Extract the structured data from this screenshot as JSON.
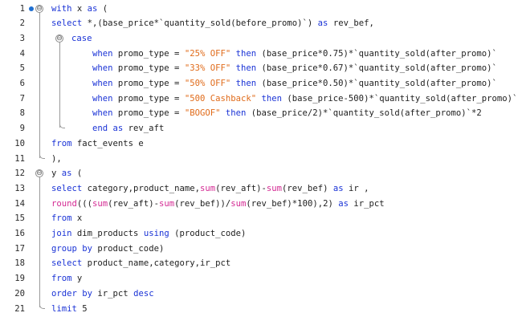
{
  "editor": {
    "language": "sql",
    "breakpoint_line": 1,
    "lines": [
      {
        "num": "1",
        "indent": 64,
        "tokens": [
          {
            "t": "with",
            "c": "kw"
          },
          {
            "t": " x ",
            "c": "plain"
          },
          {
            "t": "as",
            "c": "kw"
          },
          {
            "t": " (",
            "c": "plain"
          }
        ]
      },
      {
        "num": "2",
        "indent": 64,
        "tokens": [
          {
            "t": "select",
            "c": "kw"
          },
          {
            "t": " *,(base_price*`quantity_sold(before_promo)`) ",
            "c": "plain"
          },
          {
            "t": "as",
            "c": "kw"
          },
          {
            "t": " rev_bef,",
            "c": "plain"
          }
        ]
      },
      {
        "num": "3",
        "indent": 89,
        "tokens": [
          {
            "t": "case",
            "c": "kw"
          }
        ]
      },
      {
        "num": "4",
        "indent": 115,
        "tokens": [
          {
            "t": "when",
            "c": "kw"
          },
          {
            "t": " promo_type = ",
            "c": "plain"
          },
          {
            "t": "\"25% OFF\"",
            "c": "str"
          },
          {
            "t": " ",
            "c": "plain"
          },
          {
            "t": "then",
            "c": "kw"
          },
          {
            "t": " (base_price*0.75)*`quantity_sold(after_promo)`",
            "c": "plain"
          }
        ]
      },
      {
        "num": "5",
        "indent": 115,
        "tokens": [
          {
            "t": "when",
            "c": "kw"
          },
          {
            "t": " promo_type = ",
            "c": "plain"
          },
          {
            "t": "\"33% OFF\"",
            "c": "str"
          },
          {
            "t": " ",
            "c": "plain"
          },
          {
            "t": "then",
            "c": "kw"
          },
          {
            "t": " (base_price*0.67)*`quantity_sold(after_promo)`",
            "c": "plain"
          }
        ]
      },
      {
        "num": "6",
        "indent": 115,
        "tokens": [
          {
            "t": "when",
            "c": "kw"
          },
          {
            "t": " promo_type = ",
            "c": "plain"
          },
          {
            "t": "\"50% OFF\"",
            "c": "str"
          },
          {
            "t": " ",
            "c": "plain"
          },
          {
            "t": "then",
            "c": "kw"
          },
          {
            "t": " (base_price*0.50)*`quantity_sold(after_promo)`",
            "c": "plain"
          }
        ]
      },
      {
        "num": "7",
        "indent": 115,
        "tokens": [
          {
            "t": "when",
            "c": "kw"
          },
          {
            "t": " promo_type = ",
            "c": "plain"
          },
          {
            "t": "\"500 Cashback\"",
            "c": "str"
          },
          {
            "t": " ",
            "c": "plain"
          },
          {
            "t": "then",
            "c": "kw"
          },
          {
            "t": " (base_price-500)*`quantity_sold(after_promo)`",
            "c": "plain"
          }
        ]
      },
      {
        "num": "8",
        "indent": 115,
        "tokens": [
          {
            "t": "when",
            "c": "kw"
          },
          {
            "t": " promo_type = ",
            "c": "plain"
          },
          {
            "t": "\"BOGOF\"",
            "c": "str"
          },
          {
            "t": " ",
            "c": "plain"
          },
          {
            "t": "then",
            "c": "kw"
          },
          {
            "t": " (base_price/2)*`quantity_sold(after_promo)`*2",
            "c": "plain"
          }
        ]
      },
      {
        "num": "9",
        "indent": 115,
        "tokens": [
          {
            "t": "end",
            "c": "kw"
          },
          {
            "t": " ",
            "c": "plain"
          },
          {
            "t": "as",
            "c": "kw"
          },
          {
            "t": " rev_aft",
            "c": "plain"
          }
        ]
      },
      {
        "num": "10",
        "indent": 64,
        "tokens": [
          {
            "t": "from",
            "c": "kw"
          },
          {
            "t": " fact_events e",
            "c": "plain"
          }
        ]
      },
      {
        "num": "11",
        "indent": 64,
        "tokens": [
          {
            "t": "),",
            "c": "plain"
          }
        ]
      },
      {
        "num": "12",
        "indent": 64,
        "tokens": [
          {
            "t": "y ",
            "c": "plain"
          },
          {
            "t": "as",
            "c": "kw"
          },
          {
            "t": " (",
            "c": "plain"
          }
        ]
      },
      {
        "num": "13",
        "indent": 64,
        "tokens": [
          {
            "t": "select",
            "c": "kw"
          },
          {
            "t": " category,product_name,",
            "c": "plain"
          },
          {
            "t": "sum",
            "c": "fn"
          },
          {
            "t": "(rev_aft)-",
            "c": "plain"
          },
          {
            "t": "sum",
            "c": "fn"
          },
          {
            "t": "(rev_bef) ",
            "c": "plain"
          },
          {
            "t": "as",
            "c": "kw"
          },
          {
            "t": " ir ,",
            "c": "plain"
          }
        ]
      },
      {
        "num": "14",
        "indent": 64,
        "tokens": [
          {
            "t": "round",
            "c": "fn"
          },
          {
            "t": "(((",
            "c": "plain"
          },
          {
            "t": "sum",
            "c": "fn"
          },
          {
            "t": "(rev_aft)-",
            "c": "plain"
          },
          {
            "t": "sum",
            "c": "fn"
          },
          {
            "t": "(rev_bef))/",
            "c": "plain"
          },
          {
            "t": "sum",
            "c": "fn"
          },
          {
            "t": "(rev_bef)*100),2) ",
            "c": "plain"
          },
          {
            "t": "as",
            "c": "kw"
          },
          {
            "t": " ir_pct",
            "c": "plain"
          }
        ]
      },
      {
        "num": "15",
        "indent": 64,
        "tokens": [
          {
            "t": "from",
            "c": "kw"
          },
          {
            "t": " x",
            "c": "plain"
          }
        ]
      },
      {
        "num": "16",
        "indent": 64,
        "tokens": [
          {
            "t": "join",
            "c": "kw"
          },
          {
            "t": " dim_products ",
            "c": "plain"
          },
          {
            "t": "using",
            "c": "kw"
          },
          {
            "t": " (product_code)",
            "c": "plain"
          }
        ]
      },
      {
        "num": "17",
        "indent": 64,
        "tokens": [
          {
            "t": "group by",
            "c": "kw"
          },
          {
            "t": " product_code)",
            "c": "plain"
          }
        ]
      },
      {
        "num": "18",
        "indent": 64,
        "tokens": [
          {
            "t": "select",
            "c": "kw"
          },
          {
            "t": " product_name,category,ir_pct",
            "c": "plain"
          }
        ]
      },
      {
        "num": "19",
        "indent": 64,
        "tokens": [
          {
            "t": "from",
            "c": "kw"
          },
          {
            "t": " y",
            "c": "plain"
          }
        ]
      },
      {
        "num": "20",
        "indent": 64,
        "tokens": [
          {
            "t": "order by",
            "c": "kw"
          },
          {
            "t": " ir_pct ",
            "c": "plain"
          },
          {
            "t": "desc",
            "c": "kw"
          }
        ]
      },
      {
        "num": "21",
        "indent": 64,
        "tokens": [
          {
            "t": "limit",
            "c": "kw"
          },
          {
            "t": " 5",
            "c": "plain"
          }
        ]
      }
    ],
    "fold_markers": [
      {
        "line": 1,
        "symbol": "⊖",
        "guide_to": 11
      },
      {
        "line": 3,
        "symbol": "⊖",
        "guide_to": 9
      },
      {
        "line": 12,
        "symbol": "⊖",
        "guide_to": 21
      }
    ],
    "colors": {
      "keyword": "#1a33d6",
      "string": "#e06b1a",
      "function": "#d42a93",
      "text": "#1e1e1e",
      "breakpoint": "#1f6fd1",
      "background": "#ffffff"
    }
  }
}
